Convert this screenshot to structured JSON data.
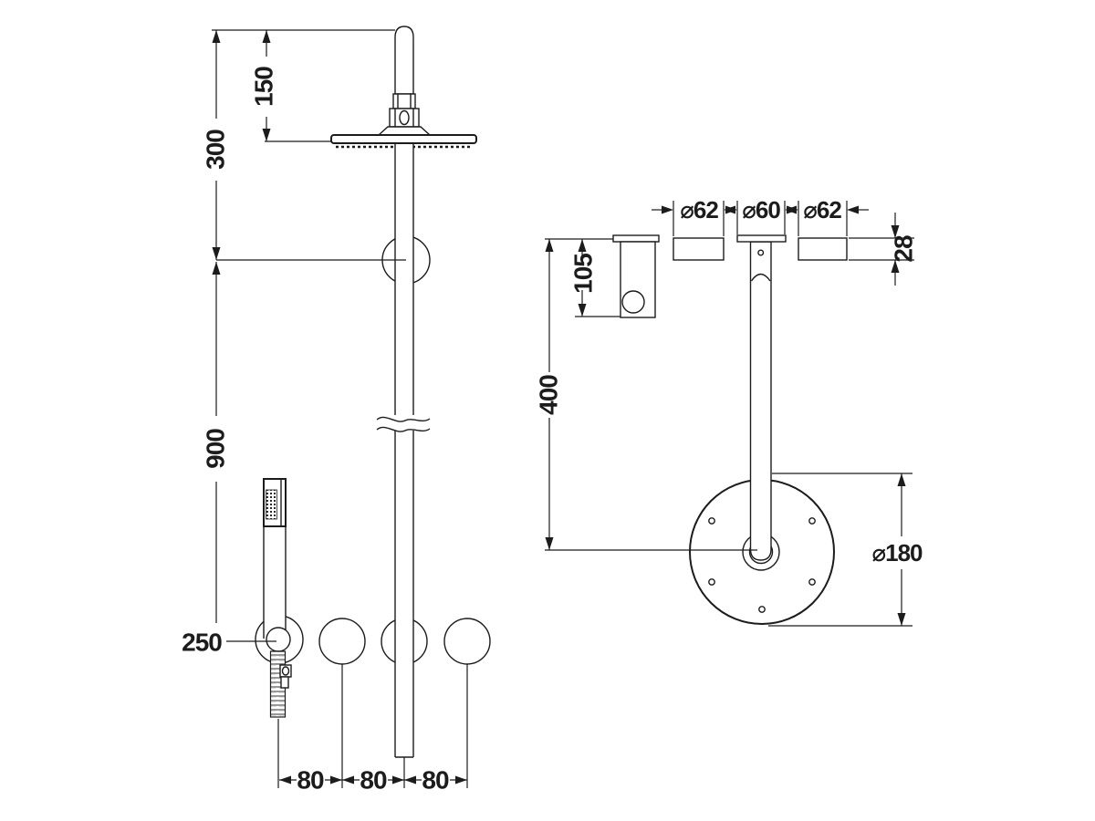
{
  "title": "shower-system-technical-drawing",
  "colors": {
    "background": "#ffffff",
    "line": "#1c1c1c",
    "text": "#1c1c1c"
  },
  "front_view": {
    "name": "front-view-shower-column",
    "dims": {
      "head_to_top": "150",
      "top_to_bracket": "300",
      "bracket_to_valves": "900",
      "holder": "250",
      "spacing_1": "80",
      "spacing_2": "80",
      "spacing_3": "80"
    }
  },
  "side_view": {
    "name": "side-view-wall-mounting",
    "dims": {
      "knob_diameter_left": "⌀62",
      "column_diameter": "⌀60",
      "knob_diameter_right": "⌀62",
      "knob_depth": "28",
      "holder_depth": "105",
      "column_drop": "400",
      "wall_plate_diameter": "⌀180"
    }
  }
}
